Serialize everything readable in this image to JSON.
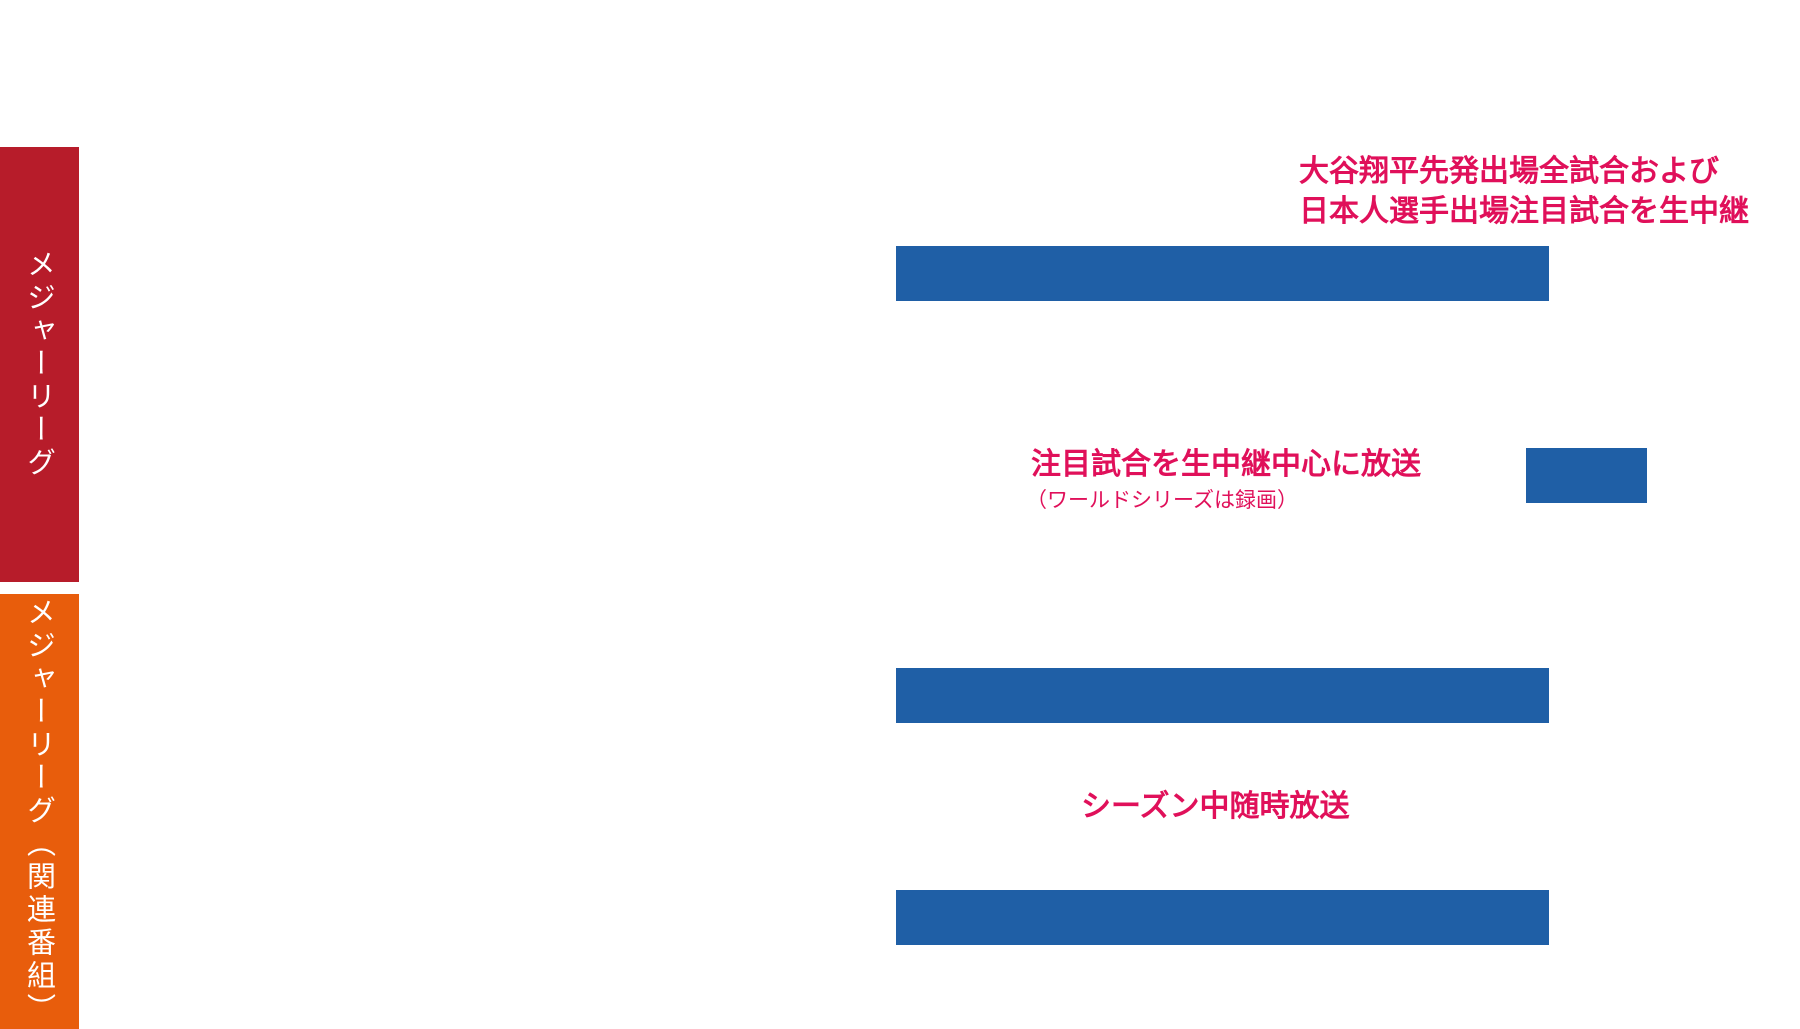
{
  "categories": {
    "mlb": {
      "label": "メジャーリーグ",
      "color": "#b71c2a"
    },
    "mlb_related": {
      "label": "メジャーリーグ（関連番組）",
      "color": "#e85d0c"
    }
  },
  "annotations": {
    "ohtani": {
      "line1": "大谷翔平先発出場全試合および",
      "line2": "日本人選手出場注目試合を生中継"
    },
    "featured": {
      "main": "注目試合を生中継中心に放送",
      "sub": "（ワールドシリーズは録画）"
    },
    "season": {
      "main": "シーズン中随時放送"
    }
  },
  "colors": {
    "bar": "#1f5fa6",
    "annotation": "#e0105a"
  }
}
